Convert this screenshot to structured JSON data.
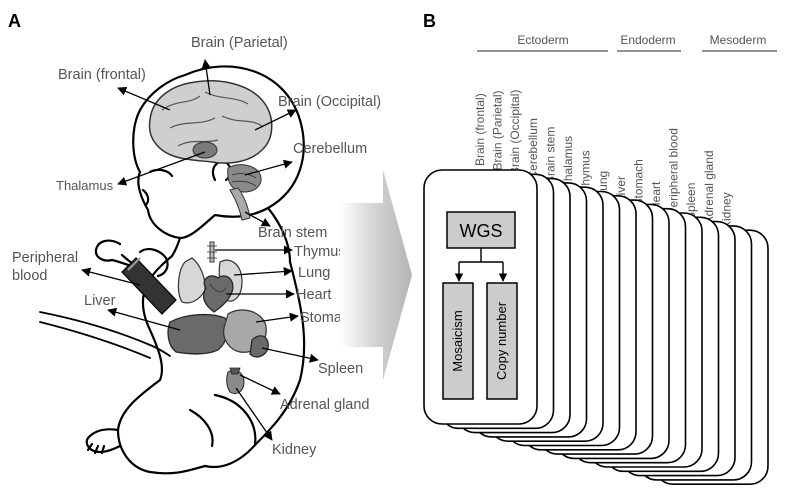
{
  "panels": {
    "a": {
      "letter": "A",
      "labels": {
        "brain_parietal": "Brain (Parietal)",
        "brain_frontal": "Brain (frontal)",
        "brain_occipital": "Brain (Occipital)",
        "cerebellum": "Cerebellum",
        "thalamus": "Thalamus",
        "brain_stem": "Brain stem",
        "thymus": "Thymus",
        "peripheral_blood_1": "Peripheral",
        "peripheral_blood_2": "blood",
        "lung": "Lung",
        "heart": "Heart",
        "liver": "Liver",
        "stomach": "Stomach",
        "spleen": "Spleen",
        "adrenal_gland": "Adrenal gland",
        "kidney": "Kidney"
      }
    },
    "b": {
      "letter": "B",
      "groups": {
        "ectoderm": "Ectoderm",
        "endoderm": "Endoderm",
        "mesoderm": "Mesoderm"
      },
      "tissues": [
        "Brain (frontal)",
        "Brain (Parietal)",
        "Brain (Occipital)",
        "Cerebellum",
        "Brain stem",
        "Thalamus",
        "Thymus",
        "Lung",
        "Liver",
        "Stomach",
        "Heart",
        "Peripheral blood",
        "Spleen",
        "Adrenal gland",
        "Kidney"
      ],
      "workflow": {
        "wgs": "WGS",
        "mosaicism": "Mosaicism",
        "copy_number": "Copy number"
      }
    }
  },
  "colors": {
    "label_text": "#555555",
    "organ_gray": "#9a9a9a",
    "organ_dark": "#555555",
    "box_fill": "#cccccc",
    "outline": "#000000"
  }
}
